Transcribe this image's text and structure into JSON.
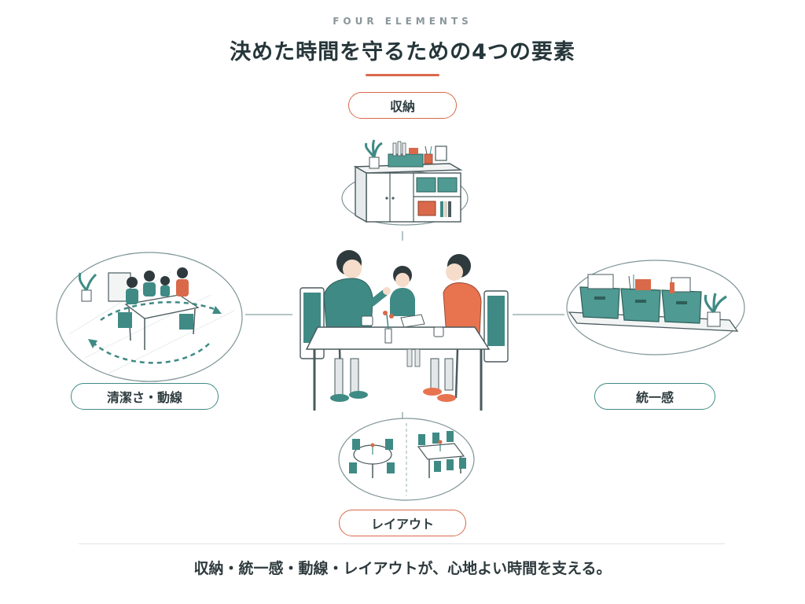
{
  "header": {
    "eyebrow": "FOUR ELEMENTS",
    "title": "決めた時間を守るための4つの要素"
  },
  "elements": {
    "top": {
      "label": "収納"
    },
    "left": {
      "label": "清潔さ・動線"
    },
    "right": {
      "label": "統一感"
    },
    "bottom": {
      "label": "レイアウト"
    }
  },
  "footer": {
    "caption": "収納・統一感・動線・レイアウトが、心地よい時間を支える。"
  },
  "colors": {
    "accent_orange": "#d9694a",
    "accent_teal": "#3f8a85",
    "ink": "#2e3a3d"
  }
}
